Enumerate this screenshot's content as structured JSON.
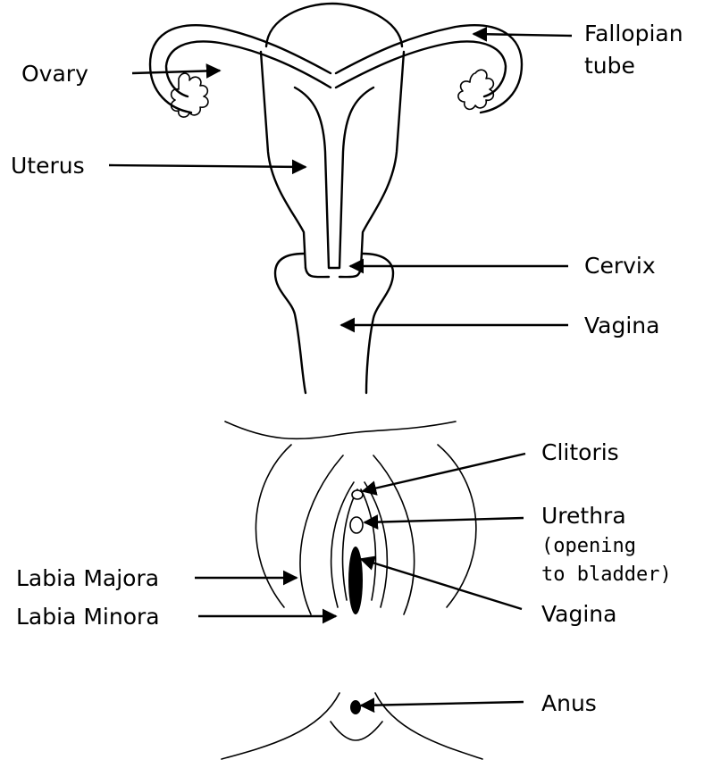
{
  "upper_labels": {
    "ovary": "Ovary",
    "fallopian_line1": "Fallopian",
    "fallopian_line2": "tube",
    "uterus": "Uterus",
    "cervix": "Cervix",
    "vagina": "Vagina"
  },
  "lower_labels": {
    "clitoris": "Clitoris",
    "urethra": "Urethra",
    "urethra_note_line1": "(opening",
    "urethra_note_line2": "to bladder)",
    "labia_majora": "Labia Majora",
    "labia_minora": "Labia Minora",
    "vagina": "Vagina",
    "anus": "Anus"
  },
  "colors": {
    "ink": "#000000",
    "background": "#ffffff"
  }
}
